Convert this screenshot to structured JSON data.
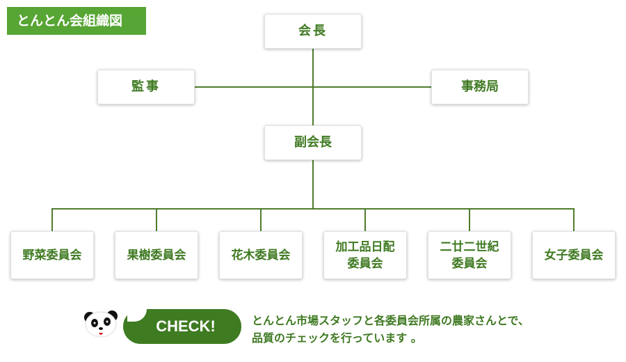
{
  "title": "とんとん会組織図",
  "org": {
    "chair": "会長",
    "auditor": "監事",
    "office": "事務局",
    "vice_chair": "副会長",
    "committees": [
      "野菜委員会",
      "果樹委員会",
      "花木委員会",
      "加工品日配\n委員会",
      "二廿二世紀\n委員会",
      "女子委員会"
    ]
  },
  "check": {
    "label": "CHECK!",
    "message": "とんとん市場スタッフと各委員会所属の農家さんとで、\n品質のチェックを行っています 。"
  },
  "colors": {
    "accent": "#57a534",
    "dark_green": "#3e7b21",
    "line": "#4e7c2c"
  }
}
